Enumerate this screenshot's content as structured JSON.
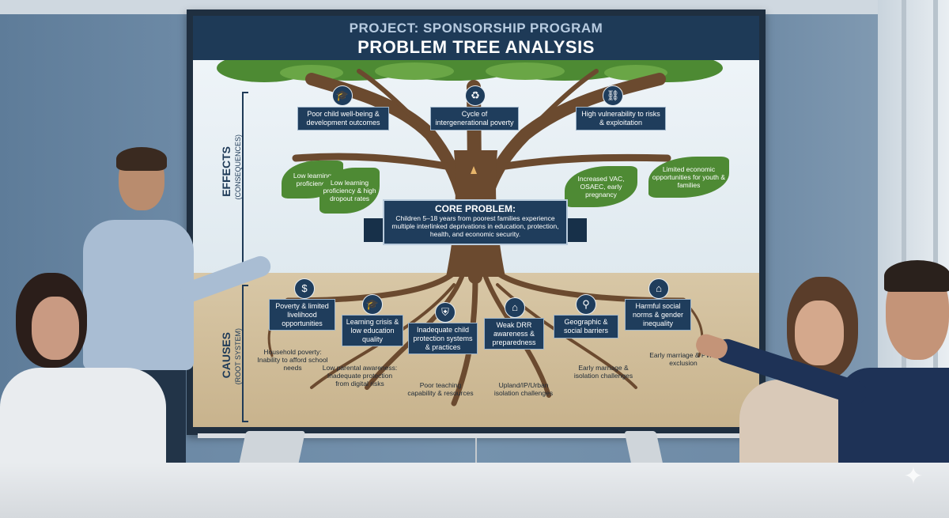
{
  "slide": {
    "project_label": "PROJECT: SPONSORSHIP PROGRAM",
    "title": "PROBLEM TREE ANALYSIS",
    "effects_label": "EFFECTS",
    "effects_sub": "(CONSEQUENCES)",
    "causes_label": "CAUSES",
    "causes_sub": "(ROOT SYSTEM)",
    "effects": [
      {
        "text": "Poor child well-being & development outcomes",
        "icon": "graduation-cap-icon",
        "glyph": "🎓"
      },
      {
        "text": "Cycle of intergenerational poverty",
        "icon": "cycle-arrows-icon",
        "glyph": "♻"
      },
      {
        "text": "High vulnerability to risks & exploitation",
        "icon": "broken-chain-icon",
        "glyph": "⛓"
      }
    ],
    "leaves": [
      "Low learning proficiency",
      "Low learning proficiency & high dropout rates",
      "Increased VAC, OSAEC, early pregnancy",
      "Limited economic opportunities for youth & families"
    ],
    "core_problem": {
      "title": "CORE PROBLEM:",
      "text": "Children 5–18 years from poorest families experience multiple interlinked deprivations in education, protection, health, and economic security."
    },
    "causes": [
      {
        "text": "Poverty & limited livelihood opportunities",
        "icon": "money-bag-icon",
        "glyph": "$"
      },
      {
        "text": "Learning crisis & low education quality",
        "icon": "graduation-cap-icon",
        "glyph": "🎓"
      },
      {
        "text": "Inadequate child protection systems & practices",
        "icon": "shield-icon",
        "glyph": "⛨"
      },
      {
        "text": "Weak DRR awareness & preparedness",
        "icon": "house-icon",
        "glyph": "⌂"
      },
      {
        "text": "Geographic & social barriers",
        "icon": "map-pin-icon",
        "glyph": "⚲"
      },
      {
        "text": "Harmful social norms & gender inequality",
        "icon": "home-icon",
        "glyph": "⌂"
      }
    ],
    "sub_causes": [
      "Household poverty: Inability to afford school needs",
      "Low parental awareness: Inadequate protection from digital risks",
      "Poor teaching capability & resources",
      "Upland/IP/Urban isolation challenges",
      "Early marriage & isolation challenges",
      "Early marriage & PWD exclusion"
    ]
  },
  "colors": {
    "title_bar": "#1e3a57",
    "box": "#1f3d5c",
    "leaf": "#4e8a34",
    "trunk": "#6b4a2f",
    "soil": "#d8c7a6"
  }
}
